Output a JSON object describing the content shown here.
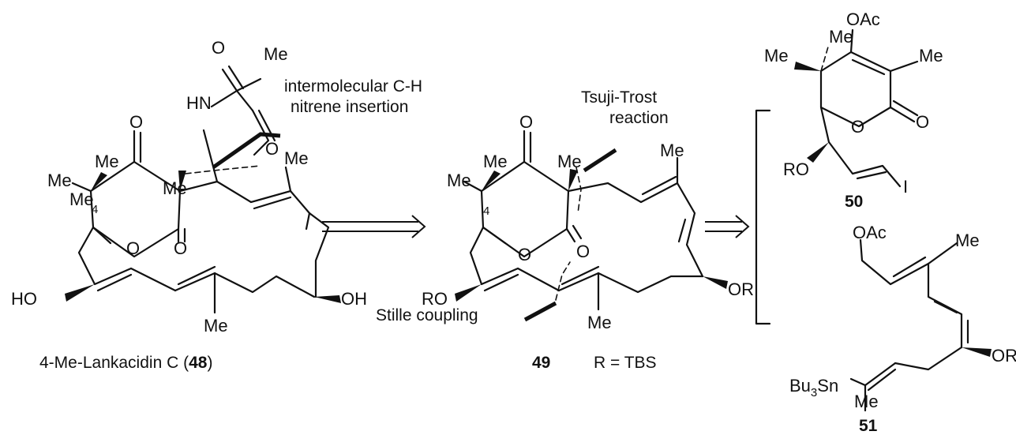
{
  "colors": {
    "ink": "#111111",
    "background": "#ffffff"
  },
  "annotations": {
    "ch_insertion_1": "intermolecular C-H",
    "ch_insertion_2": "nitrene insertion",
    "tsuji_1": "Tsuji-Trost",
    "tsuji_2": "reaction",
    "stille": "Stille coupling",
    "r_def": "R = TBS"
  },
  "compounds": {
    "c48": {
      "name_prefix": "4-Me-Lankacidin C (",
      "number": "48",
      "name_suffix": ")"
    },
    "c49": {
      "number": "49"
    },
    "c50": {
      "number": "50"
    },
    "c51": {
      "number": "51"
    }
  },
  "atoms": {
    "O": "O",
    "Me": "Me",
    "HN": "HN",
    "HO": "HO",
    "OH": "OH",
    "RO": "RO",
    "OR": "OR",
    "OAc": "OAc",
    "I": "I",
    "Bu3Sn_main": "Bu",
    "Bu3Sn_sub": "3",
    "Bu3Sn_tail": "Sn",
    "locant4": "4"
  }
}
